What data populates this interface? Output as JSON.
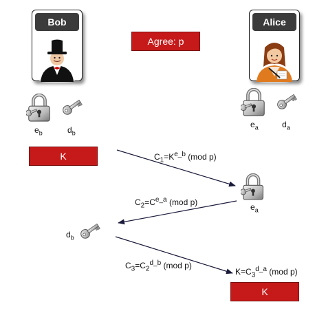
{
  "bob": {
    "name": "Bob"
  },
  "alice": {
    "name": "Alice"
  },
  "agree": {
    "label": "Agree: p"
  },
  "bob_keys": {
    "e_base": "e",
    "e_sub": "b",
    "d_base": "d",
    "d_sub": "b"
  },
  "alice_keys": {
    "e_base": "e",
    "e_sub": "a",
    "d_base": "d",
    "d_sub": "a"
  },
  "bob_secret": {
    "label": "K"
  },
  "steps": {
    "c1": {
      "lhs": "C",
      "lhs_sub": "1",
      "mid": "=K",
      "exp": "e_b",
      "rest": " (mod p)"
    },
    "alice_lock": {
      "base": "e",
      "sub": "a"
    },
    "c2": {
      "lhs": "C",
      "lhs_sub": "2",
      "mid": "=C",
      "exp": "e_a",
      "rest": " (mod p)"
    },
    "bob_key": {
      "base": "d",
      "sub": "b"
    },
    "c3": {
      "lhs": "C",
      "lhs_sub": "3",
      "mid": "=C",
      "mid_sub": "2",
      "exp": "d_b",
      "rest": " (mod p)"
    },
    "result": {
      "pre": "K=C",
      "pre_sub": "3",
      "exp": "d_a",
      "rest": " (mod p)"
    }
  },
  "alice_secret": {
    "label": "K"
  },
  "colors": {
    "red": "#c61a1a",
    "header": "#3b3b3b",
    "arrow": "#1a1a3a"
  },
  "icons": [
    "lock-icon",
    "key-icon",
    "bob-avatar-icon",
    "alice-avatar-icon"
  ]
}
